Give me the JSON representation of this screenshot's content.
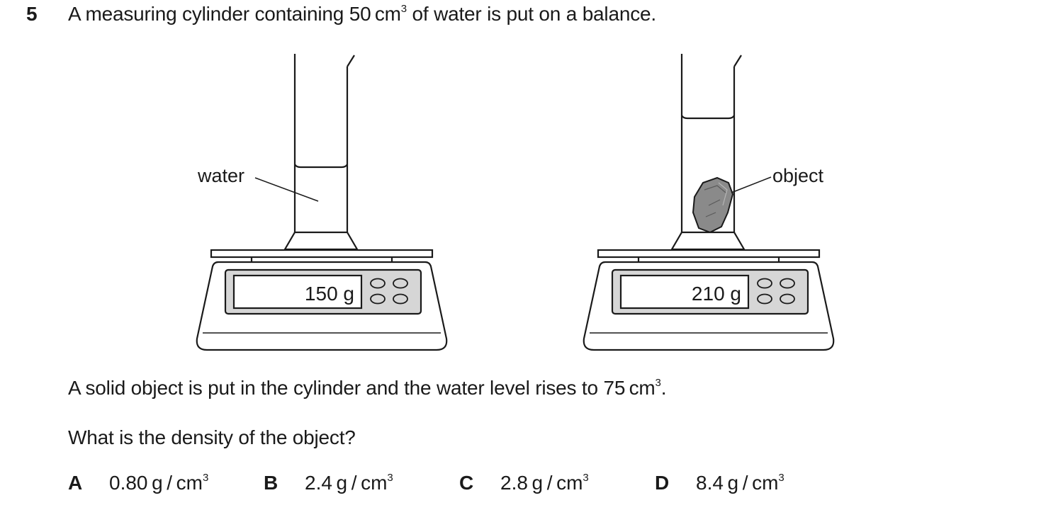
{
  "question": {
    "number": "5",
    "stem_line1": {
      "before": "A measuring cylinder containing 50 cm",
      "sup": "3",
      "after": " of water is put on a balance."
    },
    "stem_line2": {
      "before": "A solid object is put in the cylinder and the water level rises to 75 cm",
      "sup": "3",
      "after": "."
    },
    "prompt": "What is the density of the object?"
  },
  "figure": {
    "left_label": "water",
    "right_label": "object",
    "left_display": "150 g",
    "right_display": "210 g"
  },
  "options": [
    {
      "letter": "A",
      "value": "0.80 g / cm",
      "sup": "3"
    },
    {
      "letter": "B",
      "value": "2.4 g / cm",
      "sup": "3"
    },
    {
      "letter": "C",
      "value": "2.8 g / cm",
      "sup": "3"
    },
    {
      "letter": "D",
      "value": "8.4 g / cm",
      "sup": "3"
    }
  ]
}
